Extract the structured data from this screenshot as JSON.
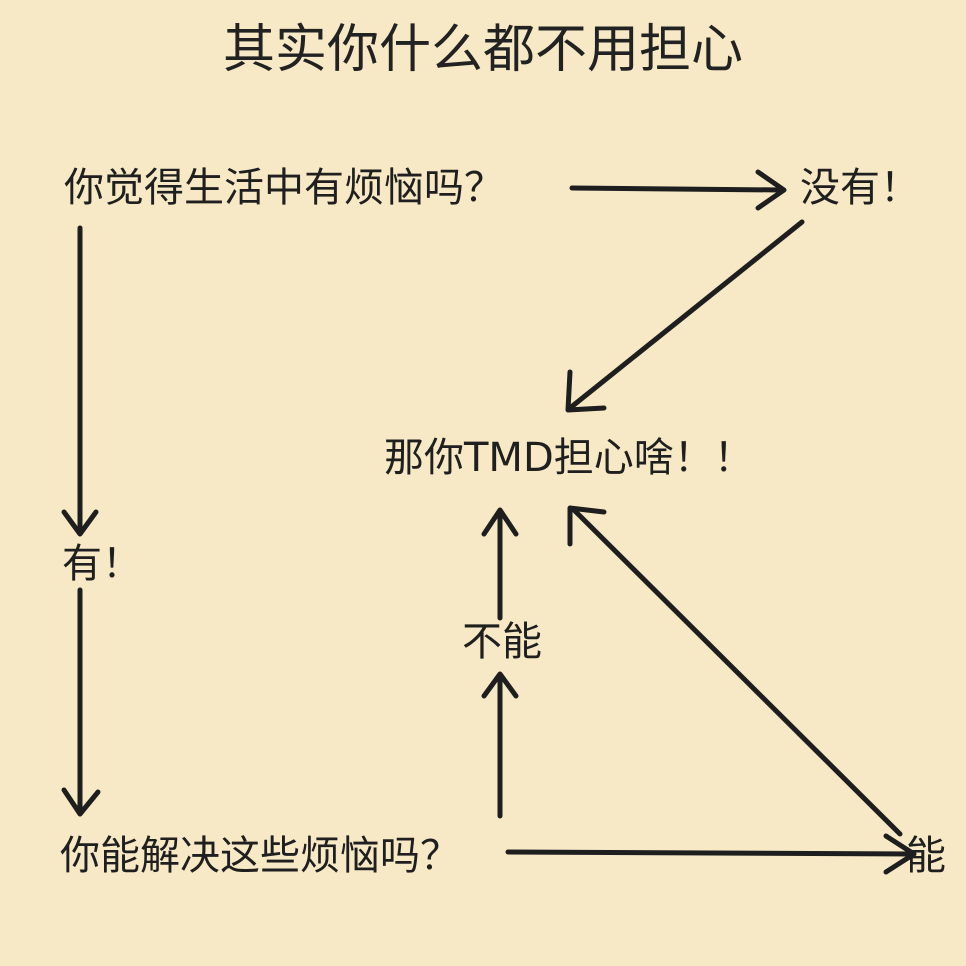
{
  "title": "其实你什么都不用担心",
  "nodes": {
    "question_troubles": "你觉得生活中有烦恼吗？",
    "answer_no": "没有！",
    "conclusion": "那你TMD担心啥！！",
    "answer_yes": "有！",
    "question_solve": "你能解决这些烦恼吗？",
    "answer_cannot": "不能",
    "answer_can": "能"
  },
  "colors": {
    "background": "#f7e9c6",
    "ink": "#1e1e1e"
  }
}
